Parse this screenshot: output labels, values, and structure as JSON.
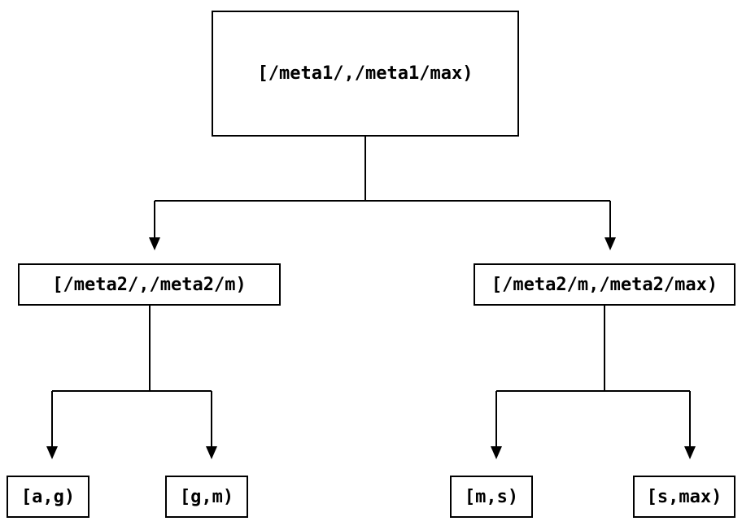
{
  "diagram": {
    "type": "interval-partition-tree",
    "colors": {
      "background": "#ffffff",
      "line": "#000000",
      "text": "#000000"
    },
    "root": {
      "label": "[/meta1/,/meta1/max)",
      "children": [
        {
          "label": "[/meta2/,/meta2/m)",
          "children": [
            {
              "label": "[a,g)"
            },
            {
              "label": "[g,m)"
            }
          ]
        },
        {
          "label": "[/meta2/m,/meta2/max)",
          "children": [
            {
              "label": "[m,s)"
            },
            {
              "label": "[s,max)"
            }
          ]
        }
      ]
    }
  }
}
